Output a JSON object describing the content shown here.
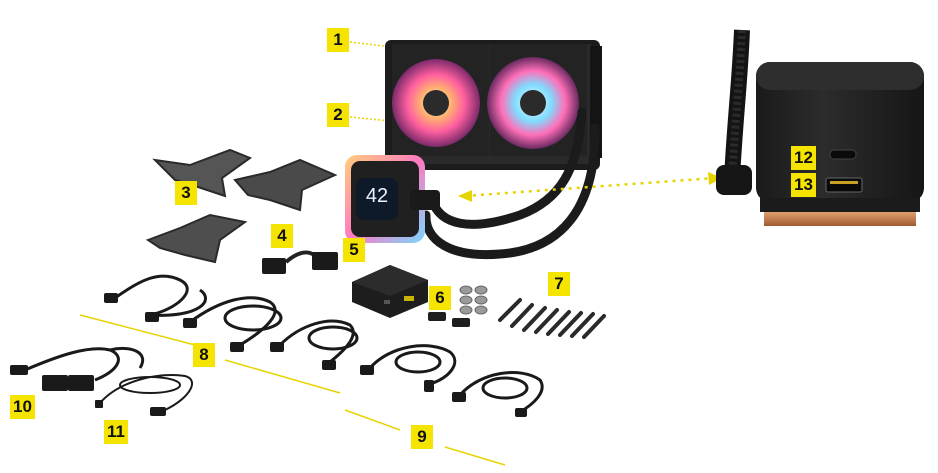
{
  "accent_color": "#f5e400",
  "pump_display": "42",
  "labels": [
    "1",
    "2",
    "3",
    "4",
    "5",
    "6",
    "7",
    "8",
    "9",
    "10",
    "11",
    "12",
    "13"
  ]
}
